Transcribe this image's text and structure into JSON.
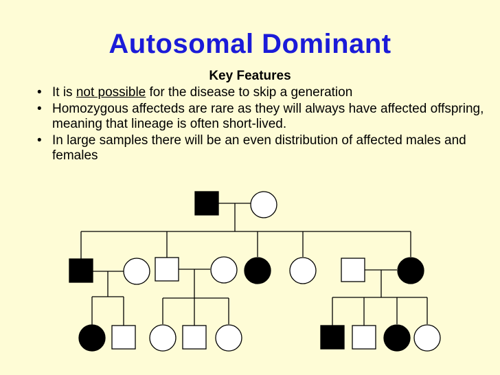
{
  "slide": {
    "title": "Autosomal Dominant",
    "subtitle": "Key Features",
    "bullets": [
      {
        "pre": "It  is ",
        "emph": "not possible",
        "post": " for the disease to skip a generation"
      },
      {
        "text": "Homozygous affecteds are rare as they will always have affected offspring, meaning that lineage is often short-lived."
      },
      {
        "text": "In large samples there will be an even distribution of affected males and females"
      }
    ]
  },
  "pedigree": {
    "colors": {
      "affected": "#000000",
      "unaffected": "#ffffff",
      "line": "#000000"
    },
    "generations": [
      {
        "level": 1,
        "members": [
          {
            "id": "g1-father",
            "sex": "male",
            "affected": true
          },
          {
            "id": "g1-mother",
            "sex": "female",
            "affected": false
          }
        ]
      },
      {
        "level": 2,
        "members": [
          {
            "id": "g2-son-1",
            "sex": "male",
            "affected": true
          },
          {
            "id": "g2-spouse-1",
            "sex": "female",
            "affected": false
          },
          {
            "id": "g2-son-2",
            "sex": "male",
            "affected": false
          },
          {
            "id": "g2-spouse-2",
            "sex": "female",
            "affected": false
          },
          {
            "id": "g2-daughter-1",
            "sex": "female",
            "affected": true
          },
          {
            "id": "g2-daughter-2",
            "sex": "female",
            "affected": false
          },
          {
            "id": "g2-spouse-3",
            "sex": "male",
            "affected": false
          },
          {
            "id": "g2-daughter-3",
            "sex": "female",
            "affected": true
          }
        ]
      },
      {
        "level": 3,
        "members": [
          {
            "id": "g3-a-daughter",
            "sex": "female",
            "affected": true
          },
          {
            "id": "g3-a-son",
            "sex": "male",
            "affected": false
          },
          {
            "id": "g3-b-daughter-1",
            "sex": "female",
            "affected": false
          },
          {
            "id": "g3-b-son",
            "sex": "male",
            "affected": false
          },
          {
            "id": "g3-b-daughter-2",
            "sex": "female",
            "affected": false
          },
          {
            "id": "g3-c-son-1",
            "sex": "male",
            "affected": true
          },
          {
            "id": "g3-c-son-2",
            "sex": "male",
            "affected": false
          },
          {
            "id": "g3-c-daughter-1",
            "sex": "female",
            "affected": true
          },
          {
            "id": "g3-c-daughter-2",
            "sex": "female",
            "affected": false
          }
        ]
      }
    ]
  }
}
